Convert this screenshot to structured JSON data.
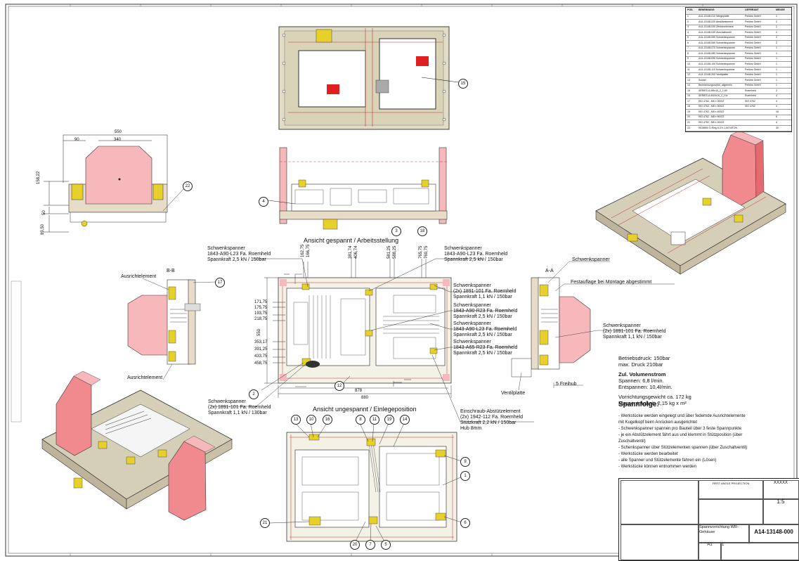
{
  "colors": {
    "accent_pink": "#f08a8e",
    "plate": "#e6dcc7",
    "red": "#e02020",
    "yellow": "#e8d02a"
  },
  "views": {
    "gespannt": "Ansicht gespannt / Arbeitsstellung",
    "ungespannt": "Ansicht ungespannt / Einlegeposition",
    "section_bb": "B-B",
    "section_aa": "A-A"
  },
  "dims_left": {
    "w550": "550",
    "w340": "340",
    "w90": "90",
    "h158": "158,22",
    "h50": "50",
    "h89": "89,50"
  },
  "dims_top": [
    "162,75",
    "166,75",
    "381,74",
    "406,74",
    "581,25",
    "588,25",
    "765,75",
    "769,75"
  ],
  "dims_side": [
    "171,75",
    "175,75",
    "193,75",
    "218,75",
    "353,17",
    "391,25",
    "433,75",
    "458,75"
  ],
  "dims_bottom": {
    "w880": "880",
    "w878": "878",
    "h550": "550"
  },
  "labels": {
    "sp1": [
      "Schwenkspanner",
      "1843-A90-L23 Fa. Roemheld",
      "Spannkraft 2,5 kN / 150bar"
    ],
    "sp2": [
      "Schwenkspanner",
      "1843-A90-L23 Fa. Roemheld",
      "Spannkraft 2,5 kN / 150bar"
    ],
    "sp3": [
      "Schwenkspanner",
      "(2x) 1891-101 Fa. Roemheld",
      "Spannkraft 1,1 kN / 150bar"
    ],
    "sp4": [
      "Schwenkspanner",
      "1843-A90-R23 Fa. Roemheld",
      "Spannkraft 2,5 kN / 150bar"
    ],
    "sp5": [
      "Schwenkspanner",
      "1843-A90-L23 Fa. Roemheld",
      "Spannkraft 2,5 kN / 150bar"
    ],
    "sp6": [
      "Schwenkspanner",
      "1843-A65-R23 Fa. Roemheld",
      "Spannkraft 2,5 kN / 150bar"
    ],
    "sp7": [
      "Schwenkspanner",
      "(2x) 1891-101 Fa. Roemheld",
      "Spannkraft 1,1 kN / 130bar"
    ],
    "sp8": [
      "Schwenkspanner",
      "(2x) 1891-101 Fa. Roemheld",
      "Spannkraft 1,1 kN / 150bar"
    ],
    "sp_right": "Schwenkspanner",
    "festauflage": "Festauflage bei Montage abgestimmt",
    "ausricht1": "Ausrichtelement",
    "ausricht2": "Ausrichtelement",
    "ventil": "Ventilplatte",
    "freihub": "5 Freihub",
    "einschraub": [
      "Einschraub-Abstützelement",
      "(2x) 1942-112 Fa. Roemheld",
      "Stützkraft 2,2 kN / 150bar",
      "Hub 8mm"
    ]
  },
  "specs": {
    "betrieb": "Betriebsdruck: 150bar",
    "maxdruck": "max. Druck 210bar",
    "vol_title": "Zul. Volumenstrom",
    "spannen": "Spannen: 6,8 l/min.",
    "entspannen": "Entspannen: 10,4l/min.",
    "gewicht": "Vorrichtungsgewicht ca. 172 kg",
    "traeg": "Massenträgheit: 2,15 kg x m²"
  },
  "spannfolge": {
    "title": "Spannfolge:",
    "steps": [
      "- Werkstücke werden eingelegt und über federnde Ausrichtelemente",
      "  mit  Kugelkopf beim Anrücken ausgerichtet",
      "- Schwenkspanner spannen pro Bauteil über 3 feste Spannpunkte",
      "- je ein Abstützelement fährt aus und klemmt in Stützposition (über",
      "  Zuschaltventil)",
      "- Schenkspanner über Stützelementen spannen (über Zuschaltventil)",
      "- Werkstücke werden bearbeitet",
      "- alle Spanner und Stützelemente fahren ein (Lösen)",
      "- Werkstücke können entnommen werden"
    ]
  },
  "bubbles": [
    "15",
    "22",
    "4",
    "3",
    "18",
    "17",
    "2",
    "12",
    "13",
    "10",
    "16",
    "8",
    "11",
    "19",
    "14",
    "9",
    "1",
    "6",
    "21",
    "20",
    "7",
    "5"
  ],
  "bom": {
    "headers": [
      "POS.",
      "BENENNUNG",
      "LIEFERANT",
      "MENGE"
    ],
    "rows": [
      [
        "1",
        "A14-13148-010 Wiegeplatte",
        "Perkins GmbH",
        "1"
      ],
      [
        "2",
        "A14-13148-020 Abstützelement",
        "Perkins GmbH",
        "2"
      ],
      [
        "3",
        "A14-13148-030 Zentrierelement",
        "Perkins GmbH",
        "2"
      ],
      [
        "4",
        "A14-13148-040 Zuschaltventil",
        "Perkins GmbH",
        "2"
      ],
      [
        "5",
        "A14-13148-050 Schwenkspanner",
        "Perkins GmbH",
        "2"
      ],
      [
        "6",
        "A14-13148-060 Schwenkspanner",
        "Perkins GmbH",
        "2"
      ],
      [
        "7",
        "A14-13148-070 Schwenkspanner",
        "Perkins GmbH",
        "1"
      ],
      [
        "8",
        "A14-13148-080 Schwenkspanner",
        "Perkins GmbH",
        "1"
      ],
      [
        "9",
        "A14-13148-090 Schwenkspanner",
        "Perkins GmbH",
        "1"
      ],
      [
        "10",
        "A14-13148-100 Schwenkspanner",
        "Perkins GmbH",
        "1"
      ],
      [
        "11",
        "A14-13148-110 Schwenkspanner",
        "Perkins GmbH",
        "1"
      ],
      [
        "12",
        "A14-13148-200 Ventilplatte",
        "Perkins GmbH",
        "1"
      ],
      [
        "13",
        "Sockel",
        "Perkins GmbH",
        "1"
      ],
      [
        "14",
        "Bezeichnungsschild_allgemein",
        "Perkins GmbH",
        "1"
      ],
      [
        "15",
        "SERIES-A-M5x10_2_1-60",
        "Roemheld",
        "2"
      ],
      [
        "16",
        "SERIES-A-M10x16_2_14c",
        "Roemheld",
        "4"
      ],
      [
        "17",
        "ISO 4762 - M6 x 20022",
        "ISO 4762",
        "4"
      ],
      [
        "18",
        "ISO 4762 - M8 x 30022",
        "ISO 4762",
        "4"
      ],
      [
        "19",
        "ISO 4762 - M6 x 40022",
        "",
        "16"
      ],
      [
        "20",
        "ISO 4762 - M8 x 90022",
        "",
        "8"
      ],
      [
        "21",
        "ISO 4762 - M6 x 20022",
        "",
        "4"
      ],
      [
        "22",
        "ISO8890 O-Ring 6,07x 1,60 NITON",
        "",
        "30"
      ]
    ]
  },
  "titleblock": {
    "projection": "FIRST ANGLE PROJECTION",
    "title": "Spannvorrichtung WR-Gehäuse",
    "number": "A14-13148-000",
    "scale": "1:5",
    "sheet": "1",
    "format": "A1",
    "xxxxx": "XXXXX"
  }
}
